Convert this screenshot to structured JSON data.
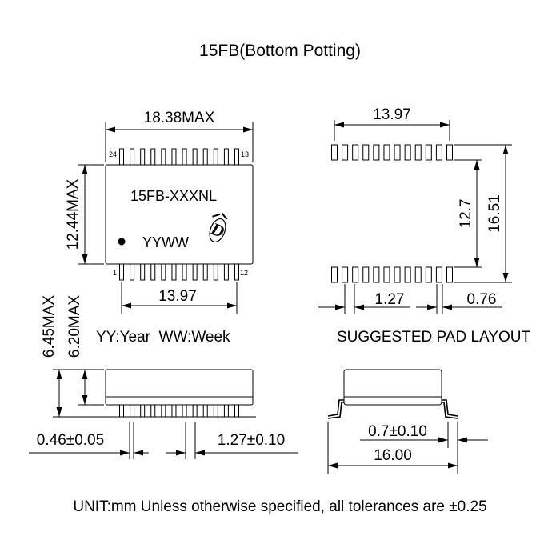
{
  "title": "15FB(Bottom Potting)",
  "top_view": {
    "width_label": "18.38MAX",
    "height_label": "12.44MAX",
    "pitch_span_label": "13.97",
    "part_number": "15FB-XXXNL",
    "date_code": "YYWW",
    "pin_24": "24",
    "pin_13": "13",
    "pin_1": "1",
    "pin_12": "12",
    "logo_icon": "company-logo-icon"
  },
  "legend": "YY:Year  WW:Week",
  "side_view": {
    "height_max_label": "6.45MAX",
    "body_height_label": "6.20MAX",
    "lead_width_label": "0.46±0.05",
    "pitch_label": "1.27±0.10"
  },
  "pad_layout": {
    "span_label": "13.97",
    "inner_label": "12.7",
    "outer_label": "16.51",
    "pitch_label": "1.27",
    "pad_width_label": "0.76",
    "caption": "SUGGESTED PAD LAYOUT"
  },
  "end_view": {
    "lead_label": "0.7±0.10",
    "overall_label": "16.00"
  },
  "footer": "UNIT:mm Unless otherwise specified, all tolerances are ±0.25"
}
